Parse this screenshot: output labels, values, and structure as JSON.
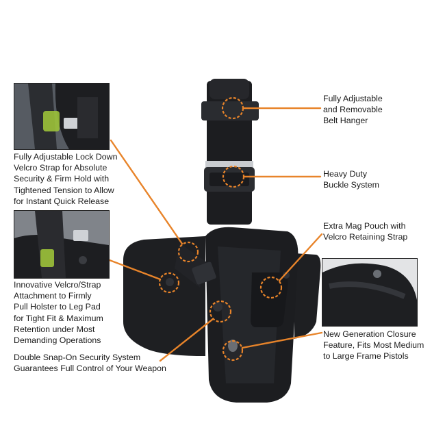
{
  "colors": {
    "callout": "#e8842a",
    "holster": "#1c1d20",
    "holster_light": "#2e3035",
    "text": "#1a1a1a"
  },
  "callouts": {
    "belt_hanger": "Fully Adjustable\nand Removable\nBelt Hanger",
    "buckle": "Heavy Duty\nBuckle System",
    "mag_pouch": "Extra Mag Pouch with\nVelcro Retaining Strap",
    "closure": "New Generation Closure\nFeature, Fits Most Medium\nto Large Frame Pistols",
    "lock_strap": "Fully Adjustable Lock Down\nVelcro Strap for Absolute\nSecurity & Firm Hold with\nTightened Tension to Allow\nfor Instant Quick Release",
    "velcro_attachment": "Innovative Velcro/Strap\nAttachment to Firmly\nPull Holster to Leg Pad\nfor Tight Fit & Maximum\nRetention under Most\nDemanding Operations",
    "snap_on": "Double Snap-On Security System\nGuarantees Full Control of Your Weapon"
  },
  "icons": [
    "lock-strap-detail-photo",
    "velcro-attachment-detail-photo",
    "closure-detail-photo",
    "drop-leg-holster-photo"
  ]
}
